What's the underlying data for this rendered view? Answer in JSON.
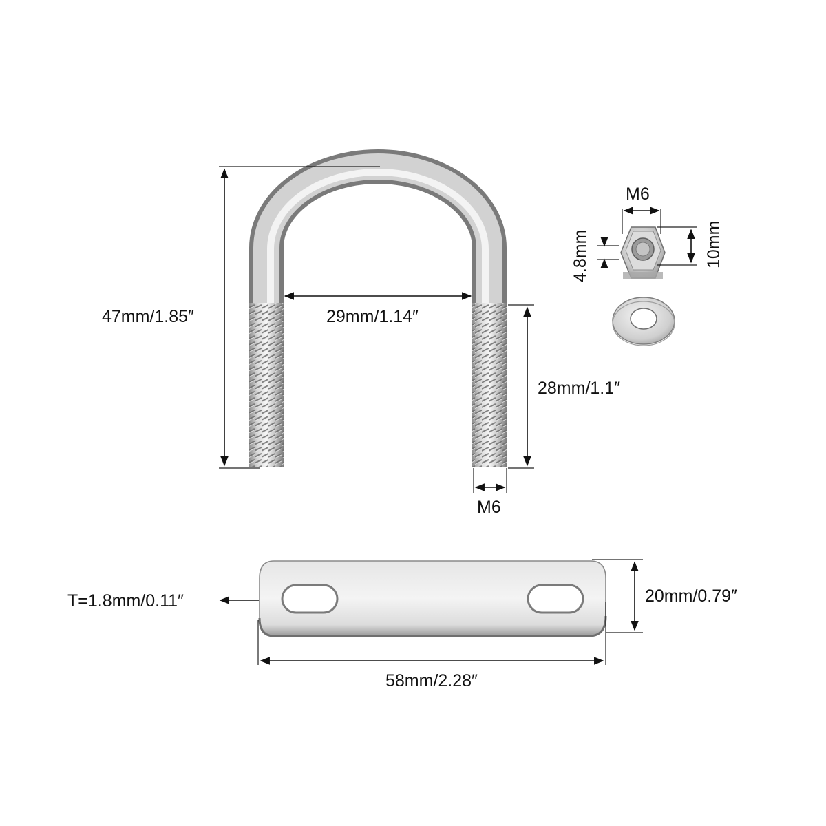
{
  "parts": {
    "u_bolt": {
      "name": "u-bolt"
    },
    "nut": {
      "name": "hex-nut"
    },
    "washer": {
      "name": "flat-washer"
    },
    "plate": {
      "name": "mounting-plate"
    }
  },
  "dimensions": {
    "overall_height": "47mm/1.85″",
    "inner_width": "29mm/1.14″",
    "thread_length": "28mm/1.1″",
    "thread_size": "M6",
    "nut_thread": "M6",
    "nut_thickness": "4.8mm",
    "nut_width": "10mm",
    "plate_thickness": "T=1.8mm/0.11″",
    "plate_width": "20mm/0.79″",
    "plate_length": "58mm/2.28″"
  },
  "colors": {
    "metal_light": "#f2f2f2",
    "metal_mid": "#c8c8c8",
    "metal_dark": "#8a8a8a",
    "line": "#111111"
  }
}
